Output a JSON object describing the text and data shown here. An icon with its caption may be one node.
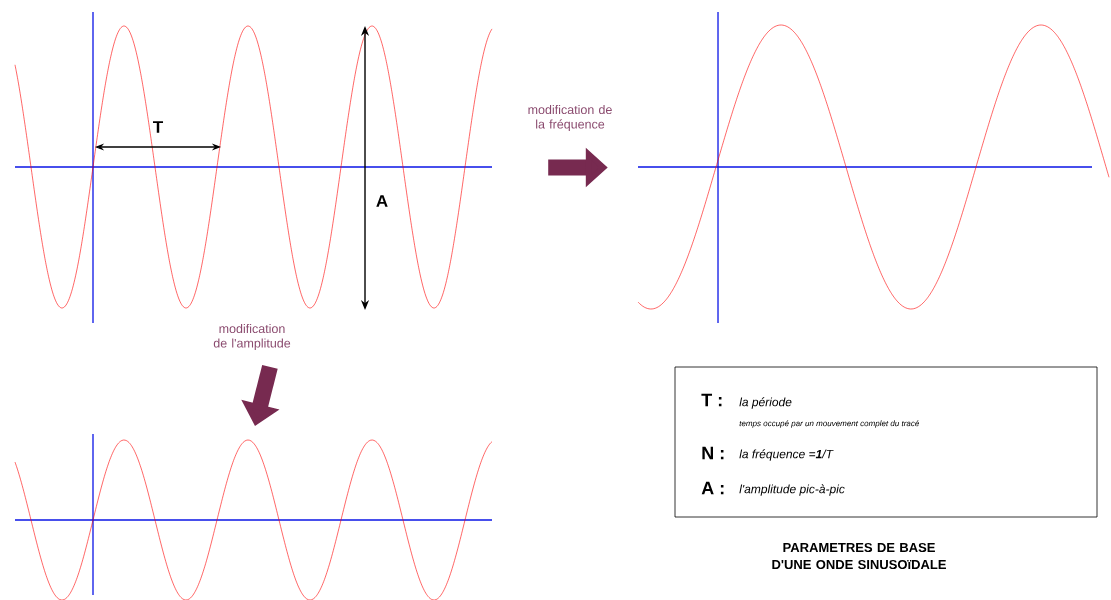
{
  "diagram": {
    "caption": "PARAMETRES DE BASE D'UNE ONDE SINUSOïDALE",
    "nodes": [
      {
        "text": [],
        "shape": "picture"
      },
      {
        "text": [],
        "shape": "picture"
      },
      {
        "text": [],
        "shape": "picture"
      },
      {
        "text": [
          "T :",
          "la période",
          "temps occupé par un mouvement complet du tracé",
          "N :",
          "la fréquence =**1**/T",
          "A :",
          "l'amplitude pic-à-pic"
        ]
      }
    ],
    "edges": [
      {
        "from": 0,
        "to": 1,
        "arrow": "to",
        "label": "modification de la fréquence"
      },
      {
        "from": 0,
        "to": 2,
        "arrow": "to",
        "label": "modification de l'amplitude"
      }
    ],
    "labels": [
      "T",
      "A"
    ]
  }
}
